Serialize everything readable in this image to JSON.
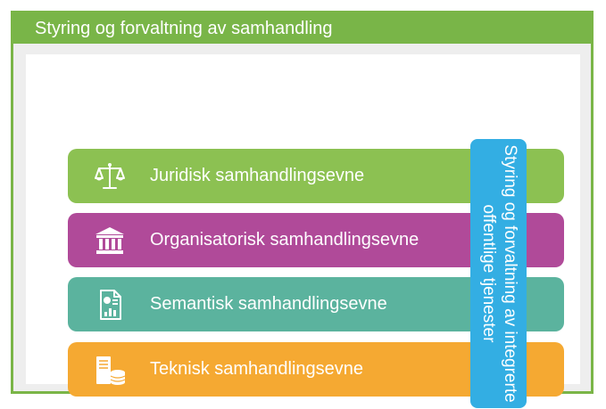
{
  "frame": {
    "title": "Styring og forvaltning av samhandling"
  },
  "layers": [
    {
      "label": "Juridisk samhandlingsevne",
      "icon": "scales-icon"
    },
    {
      "label": "Organisatorisk samhandlingsevne",
      "icon": "institution-icon"
    },
    {
      "label": "Semantisk samhandlingsevne",
      "icon": "document-chart-icon"
    },
    {
      "label": "Teknisk samhandlingsevne",
      "icon": "server-database-icon"
    }
  ],
  "vertical_bar": {
    "label": "Styring og forvaltning av integrerte offentlige tjenester"
  },
  "colors": {
    "frame_green": "#79b548",
    "juridisk": "#8cc152",
    "organisatorisk": "#b04a99",
    "semantisk": "#5bb39e",
    "teknisk": "#f5a932",
    "vertical_bar": "#33aee3"
  }
}
